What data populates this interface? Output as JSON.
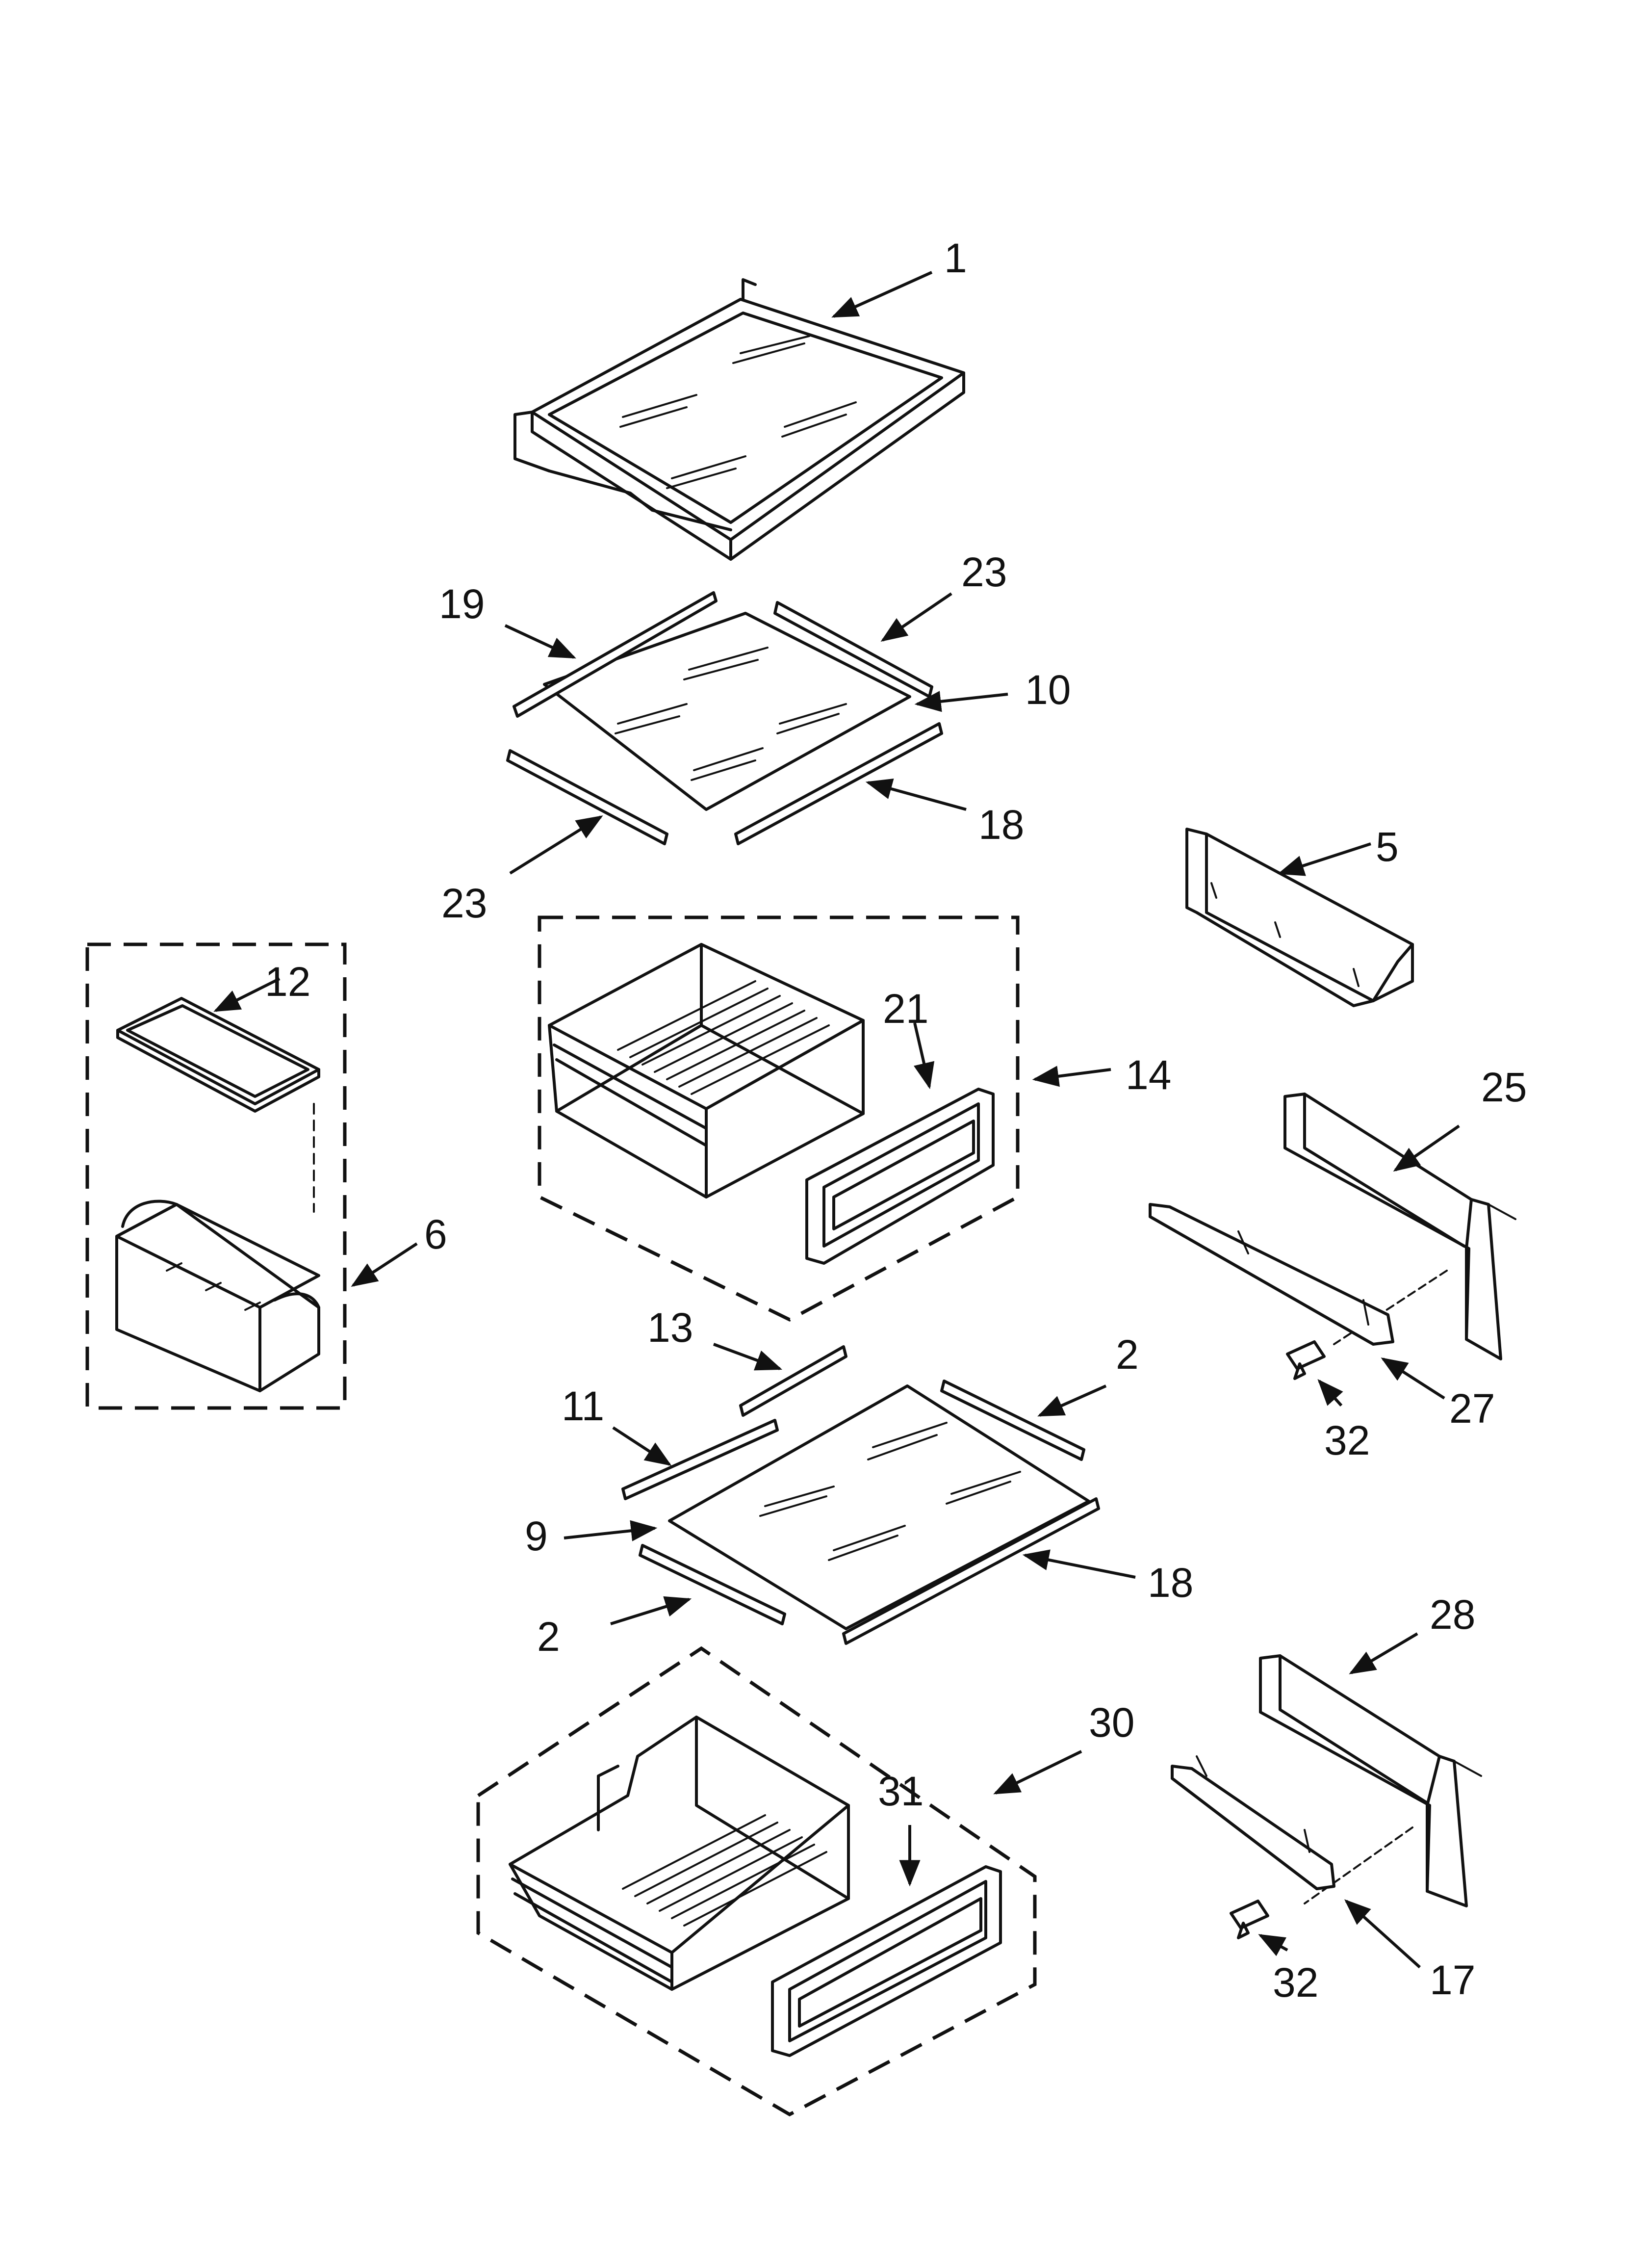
{
  "callouts": [
    {
      "id": "c1",
      "text": "1"
    },
    {
      "id": "c19",
      "text": "19"
    },
    {
      "id": "c23a",
      "text": "23"
    },
    {
      "id": "c10",
      "text": "10"
    },
    {
      "id": "c18a",
      "text": "18"
    },
    {
      "id": "c23b",
      "text": "23"
    },
    {
      "id": "c5",
      "text": "5"
    },
    {
      "id": "c12",
      "text": "12"
    },
    {
      "id": "c21",
      "text": "21"
    },
    {
      "id": "c14",
      "text": "14"
    },
    {
      "id": "c25",
      "text": "25"
    },
    {
      "id": "c6",
      "text": "6"
    },
    {
      "id": "c13",
      "text": "13"
    },
    {
      "id": "c2a",
      "text": "2"
    },
    {
      "id": "c11",
      "text": "11"
    },
    {
      "id": "c32a",
      "text": "32"
    },
    {
      "id": "c27",
      "text": "27"
    },
    {
      "id": "c9",
      "text": "9"
    },
    {
      "id": "c18b",
      "text": "18"
    },
    {
      "id": "c2b",
      "text": "2"
    },
    {
      "id": "c28",
      "text": "28"
    },
    {
      "id": "c30",
      "text": "30"
    },
    {
      "id": "c31",
      "text": "31"
    },
    {
      "id": "c32b",
      "text": "32"
    },
    {
      "id": "c17",
      "text": "17"
    }
  ]
}
